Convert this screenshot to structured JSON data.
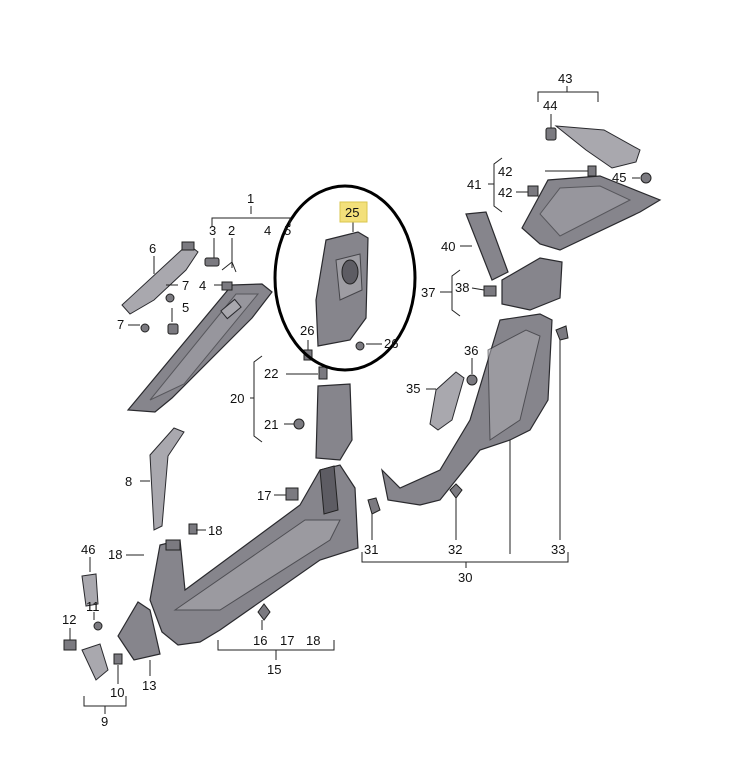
{
  "highlight_color": "#f3e07a",
  "callout_color": "#000000",
  "labels": {
    "l1": "1",
    "l2": "2",
    "l3": "3",
    "l4": "4",
    "l5a": "5",
    "l5b": "5",
    "l6": "6",
    "l7a": "7",
    "l7b": "7",
    "l4b": "4",
    "l8": "8",
    "l9": "9",
    "l10": "10",
    "l11": "11",
    "l12": "12",
    "l13": "13",
    "l15": "15",
    "l16": "16",
    "l17a": "17",
    "l17b": "17",
    "l18a": "18",
    "l18b": "18",
    "l18c": "18",
    "l20": "20",
    "l21": "21",
    "l22": "22",
    "l25": "25",
    "l26a": "26",
    "l26b": "26",
    "l30": "30",
    "l31": "31",
    "l32": "32",
    "l33": "33",
    "l35": "35",
    "l36": "36",
    "l37": "37",
    "l38": "38",
    "l40": "40",
    "l41": "41",
    "l42a": "42",
    "l42b": "42",
    "l43": "43",
    "l44": "44",
    "l45": "45",
    "l46": "46"
  }
}
